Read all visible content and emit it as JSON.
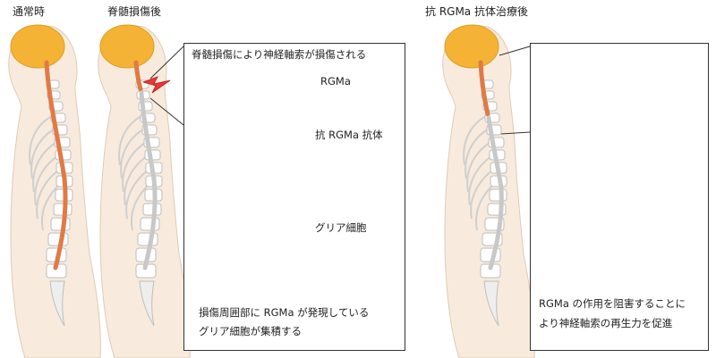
{
  "titles": {
    "normal": "通常時",
    "injury": "脊髄損傷後",
    "treated": "抗 RGMa 抗体治療後"
  },
  "injury_box": {
    "heading": "脊髄損傷により神経軸索が損傷される",
    "rgma_label": "RGMa",
    "antibody_label": "抗 RGMa 抗体",
    "glia_label": "グリア細胞",
    "caption_line1": "損傷周囲部に RGMa が発現している",
    "caption_line2": "グリア細胞が集積する"
  },
  "treated_box": {
    "caption_line1": "RGMa の作用を阻害することに",
    "caption_line2": "より神経軸索の再生力を促進"
  },
  "colors": {
    "brain": "#f5b335",
    "cord_healthy": "#e07a45",
    "cord_damaged": "#c8c8c8",
    "skin": "#f8ebdd",
    "axon": "#e8c77a",
    "injury_mark": "#e53935",
    "rgma": "#2a9d8f"
  }
}
